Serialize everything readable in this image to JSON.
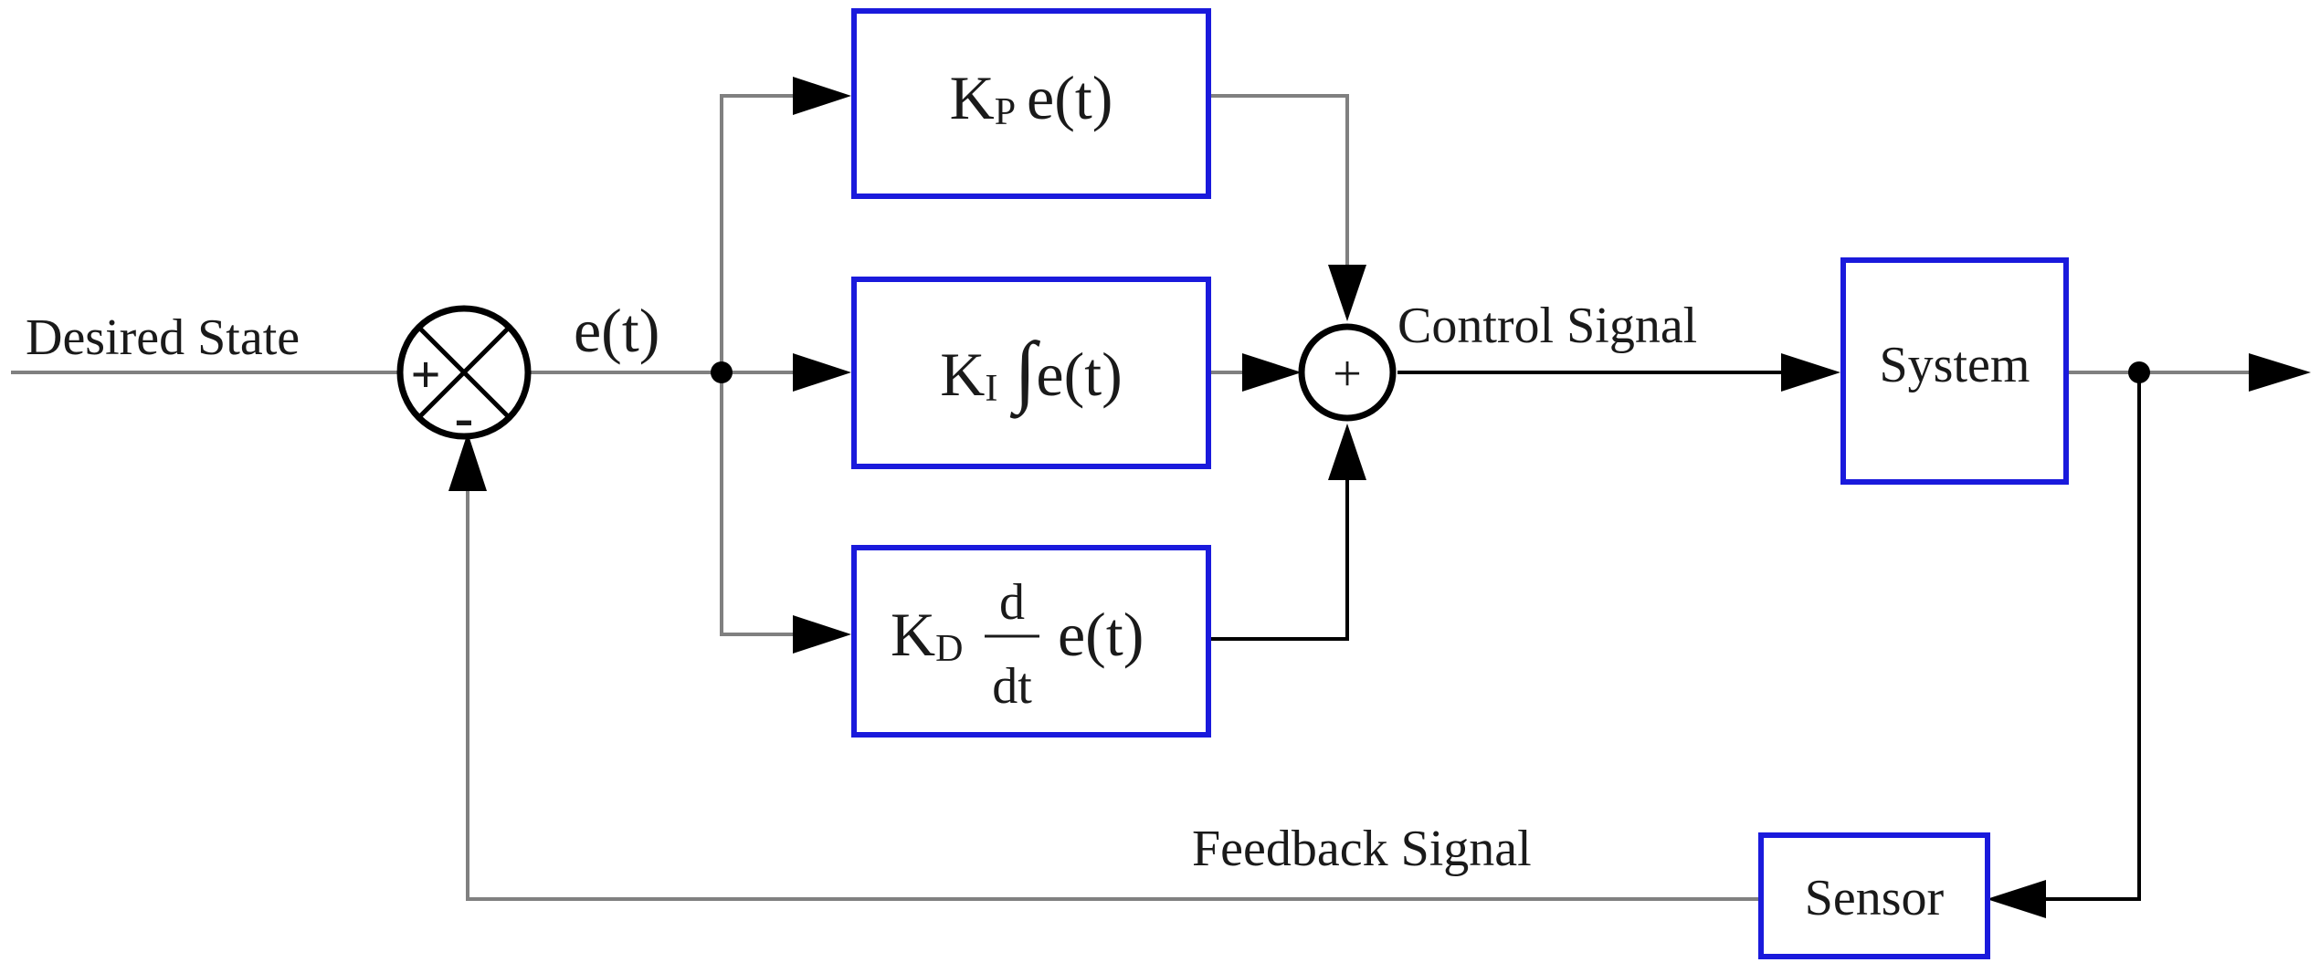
{
  "signals": {
    "input": "Desired State",
    "error": "e(t)",
    "control": "Control Signal",
    "feedback": "Feedback Signal"
  },
  "summing_junction": {
    "plus": "+",
    "minus": "-"
  },
  "controller_sum": {
    "symbol": "+"
  },
  "blocks": {
    "proportional": {
      "gain": "K",
      "gain_sub": "P",
      "expr": "e(t)"
    },
    "integral": {
      "gain": "K",
      "gain_sub": "I",
      "integral": "∫",
      "expr": "e(t)"
    },
    "derivative": {
      "gain": "K",
      "gain_sub": "D",
      "numerator": "d",
      "denominator": "dt",
      "expr": "e(t)"
    },
    "system": "System",
    "sensor": "Sensor"
  },
  "colors": {
    "block_border": "#1a1adc",
    "wire": "#808080",
    "line": "#000000"
  }
}
